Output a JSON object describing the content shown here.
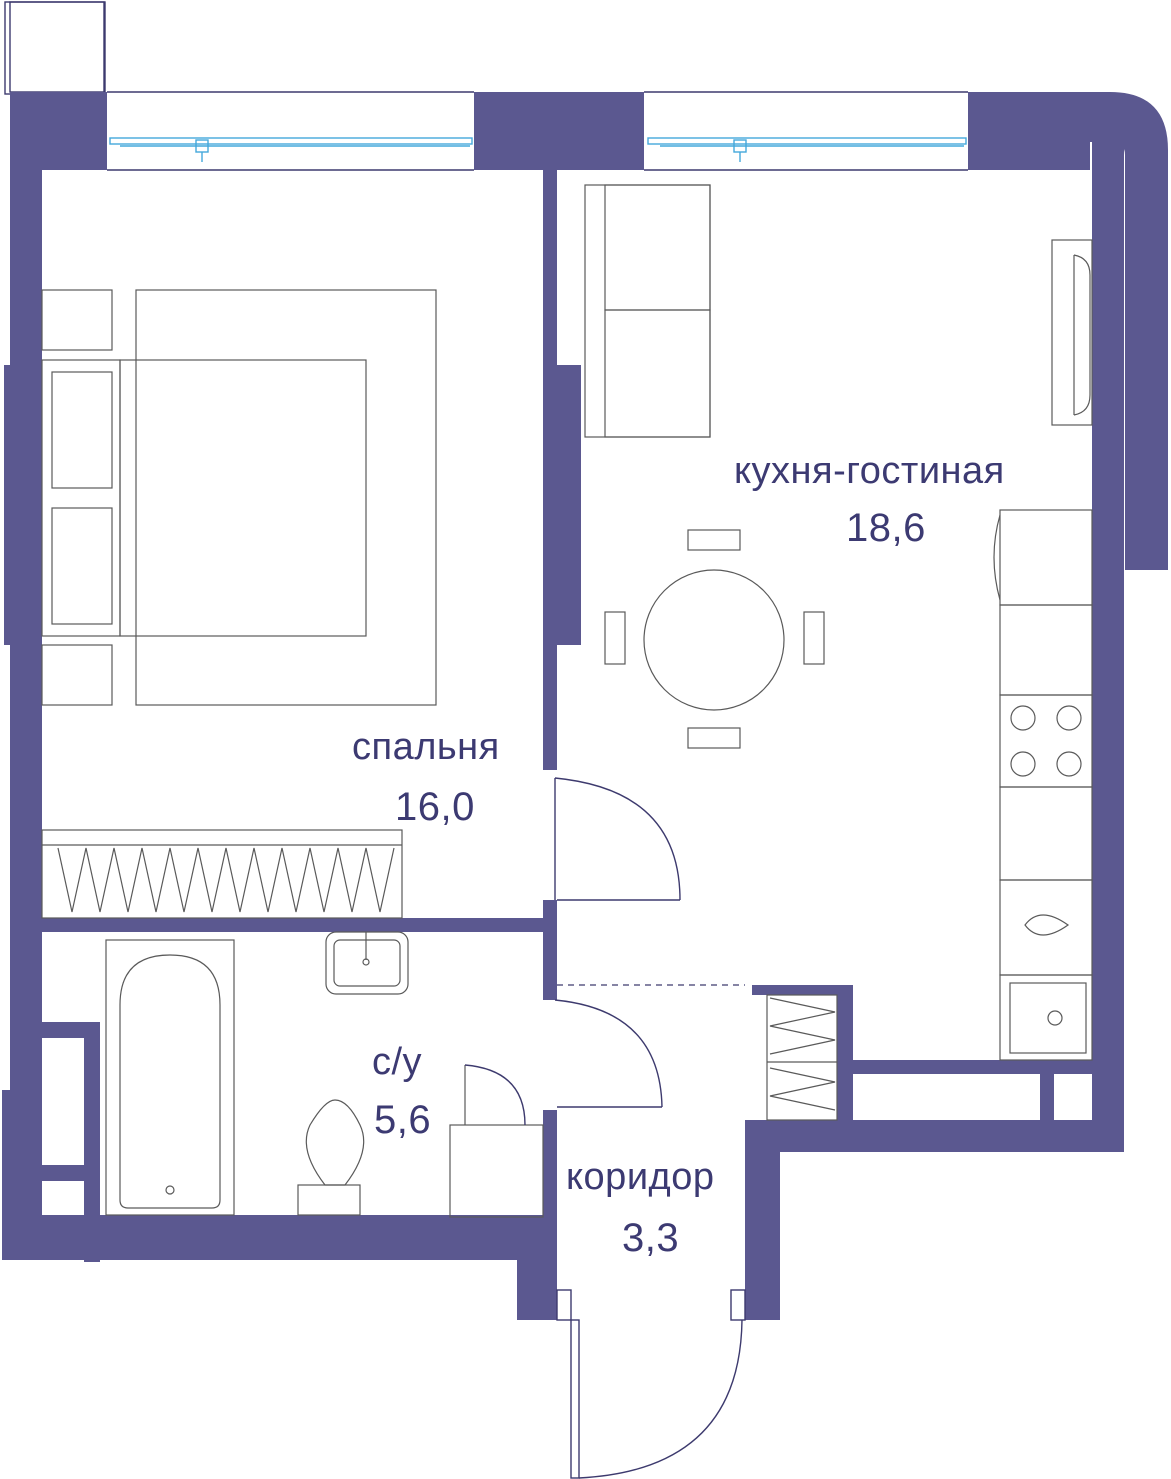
{
  "colors": {
    "wall": "#5b5890",
    "text": "#3c3a72",
    "window": "#44a8dc",
    "furniture": "#5a5a5a"
  },
  "rooms": {
    "kitchen_living": {
      "name": "кухня-гостиная",
      "area": "18,6"
    },
    "bedroom": {
      "name": "спальня",
      "area": "16,0"
    },
    "bathroom": {
      "name": "с/у",
      "area": "5,6"
    },
    "corridor": {
      "name": "коридор",
      "area": "3,3"
    }
  }
}
